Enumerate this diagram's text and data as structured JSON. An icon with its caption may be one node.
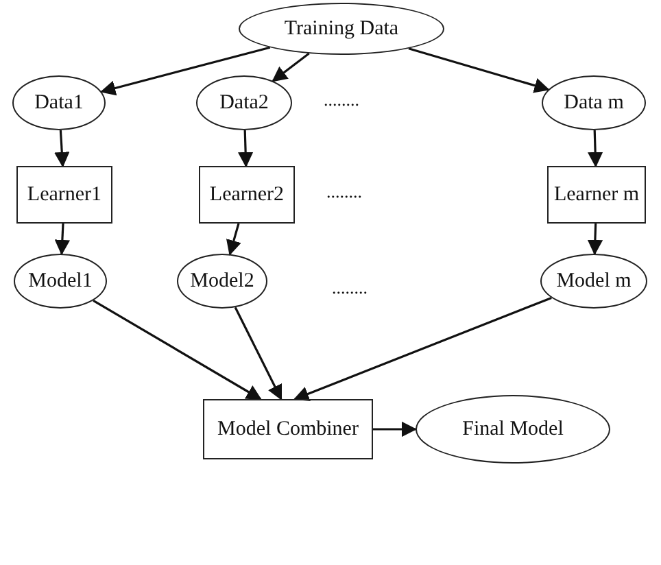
{
  "diagram": {
    "nodes": [
      {
        "text": [
          "Training Data"
        ]
      },
      {
        "text": [
          "Data1"
        ]
      },
      {
        "text": [
          "Data2"
        ]
      },
      {
        "text": [
          "Data m"
        ]
      },
      {
        "text": [
          "Learner1"
        ]
      },
      {
        "text": [
          "Learner2"
        ]
      },
      {
        "text": [
          "Learner m"
        ]
      },
      {
        "text": [
          "Model1"
        ]
      },
      {
        "text": [
          "Model2"
        ]
      },
      {
        "text": [
          "Model m"
        ]
      },
      {
        "text": [
          "Model Combiner"
        ]
      },
      {
        "text": [
          "Final Model"
        ]
      }
    ],
    "edges": [
      {
        "from": 0,
        "to": 1,
        "arrow": "to"
      },
      {
        "from": 0,
        "to": 2,
        "arrow": "to"
      },
      {
        "from": 0,
        "to": 3,
        "arrow": "to"
      },
      {
        "from": 1,
        "to": 4,
        "arrow": "to"
      },
      {
        "from": 2,
        "to": 5,
        "arrow": "to"
      },
      {
        "from": 3,
        "to": 6,
        "arrow": "to"
      },
      {
        "from": 4,
        "to": 7,
        "arrow": "to"
      },
      {
        "from": 5,
        "to": 8,
        "arrow": "to"
      },
      {
        "from": 6,
        "to": 9,
        "arrow": "to"
      },
      {
        "from": 7,
        "to": 10,
        "arrow": "to"
      },
      {
        "from": 8,
        "to": 10,
        "arrow": "to"
      },
      {
        "from": 9,
        "to": 10,
        "arrow": "to"
      },
      {
        "from": 10,
        "to": 11,
        "arrow": "to"
      }
    ],
    "labels": [
      "........",
      "........",
      "........"
    ]
  }
}
